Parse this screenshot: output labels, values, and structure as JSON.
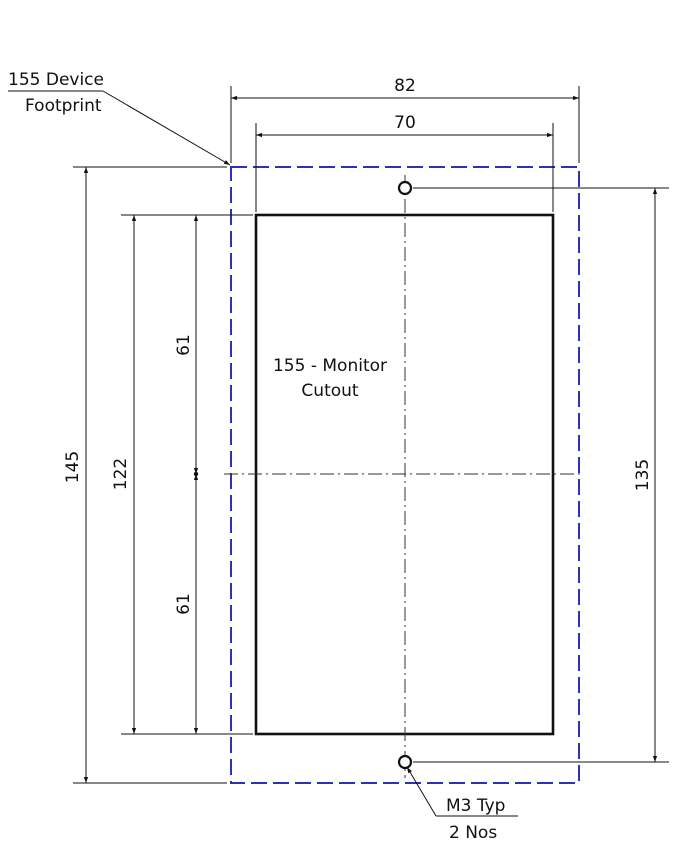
{
  "labels": {
    "footprint_line1": "155 Device",
    "footprint_line2": "Footprint",
    "cutout_line1": "155 - Monitor",
    "cutout_line2": "Cutout",
    "hole_line1": "M3 Typ",
    "hole_line2": "2 Nos"
  },
  "dimensions": {
    "overall_width": "82",
    "cutout_width": "70",
    "overall_height": "145",
    "cutout_height": "122",
    "upper_half": "61",
    "lower_half": "61",
    "hole_pitch": "135"
  },
  "colors": {
    "footprint": "#2f2fb8",
    "lines": "#111111"
  }
}
